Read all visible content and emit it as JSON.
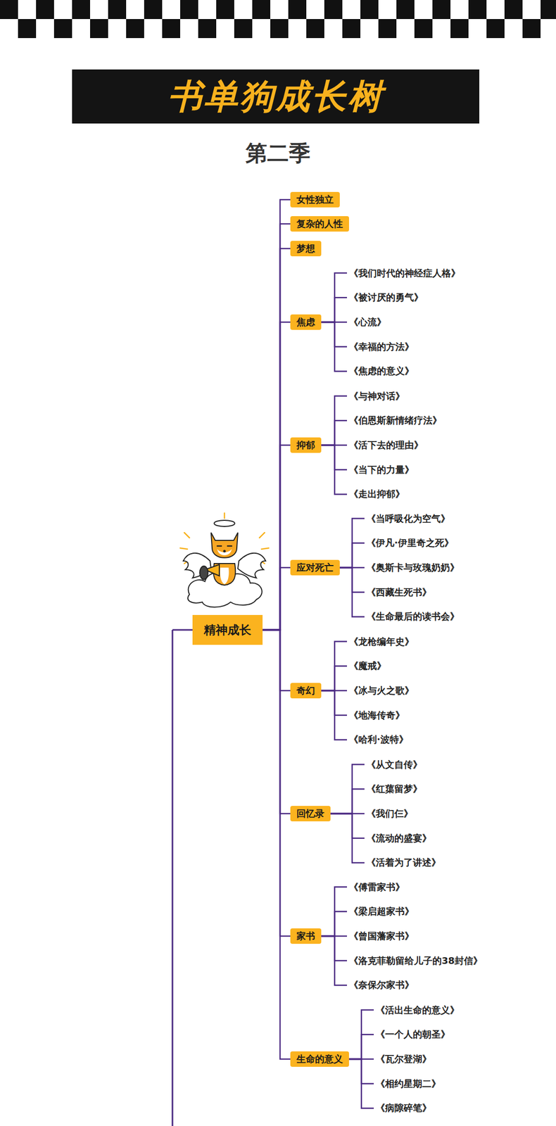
{
  "diagram": {
    "title": "书单狗成长树",
    "nodes": [
      {
        "text": [
          "精神成长"
        ]
      },
      {
        "text": [
          "女性独立"
        ]
      },
      {
        "text": [
          "复杂的人性"
        ]
      },
      {
        "text": [
          "梦想"
        ]
      },
      {
        "text": [
          "焦虑"
        ]
      },
      {
        "text": [
          "《我们时代的神经症人格》"
        ]
      },
      {
        "text": [
          "《被讨厌的勇气》"
        ]
      },
      {
        "text": [
          "《心流》"
        ]
      },
      {
        "text": [
          "《幸福的方法》"
        ]
      },
      {
        "text": [
          "《焦虑的意义》"
        ]
      },
      {
        "text": [
          "抑郁"
        ]
      },
      {
        "text": [
          "《与神对话》"
        ]
      },
      {
        "text": [
          "《伯恩斯新情绪疗法》"
        ]
      },
      {
        "text": [
          "《活下去的理由》"
        ]
      },
      {
        "text": [
          "《当下的力量》"
        ]
      },
      {
        "text": [
          "《走出抑郁》"
        ]
      },
      {
        "text": [
          "应对死亡"
        ]
      },
      {
        "text": [
          "《当呼吸化为空气》"
        ]
      },
      {
        "text": [
          "《伊凡·伊里奇之死》"
        ]
      },
      {
        "text": [
          "《奥斯卡与玫瑰奶奶》"
        ]
      },
      {
        "text": [
          "《西藏生死书》"
        ]
      },
      {
        "text": [
          "《生命最后的读书会》"
        ]
      },
      {
        "text": [
          "奇幻"
        ]
      },
      {
        "text": [
          "《龙枪编年史》"
        ]
      },
      {
        "text": [
          "《魔戒》"
        ]
      },
      {
        "text": [
          "《冰与火之歌》"
        ]
      },
      {
        "text": [
          "《地海传奇》"
        ]
      },
      {
        "text": [
          "《哈利·波特》"
        ]
      },
      {
        "text": [
          "回忆录"
        ]
      },
      {
        "text": [
          "《从文自传》"
        ]
      },
      {
        "text": [
          "《红蕖留梦》"
        ]
      },
      {
        "text": [
          "《我们仨》"
        ]
      },
      {
        "text": [
          "《流动的盛宴》"
        ]
      },
      {
        "text": [
          "《活着为了讲述》"
        ]
      },
      {
        "text": [
          "家书"
        ]
      },
      {
        "text": [
          "《傅雷家书》"
        ]
      },
      {
        "text": [
          "《梁启超家书》"
        ]
      },
      {
        "text": [
          "《曾国藩家书》"
        ]
      },
      {
        "text": [
          "《洛克菲勒留给儿子的38封信》"
        ]
      },
      {
        "text": [
          "《奈保尔家书》"
        ]
      },
      {
        "text": [
          "生命的意义"
        ]
      },
      {
        "text": [
          "《活出生命的意义》"
        ]
      },
      {
        "text": [
          "《一个人的朝圣》"
        ]
      },
      {
        "text": [
          "《瓦尔登湖》"
        ]
      },
      {
        "text": [
          "《相约星期二》"
        ]
      },
      {
        "text": [
          "《病隙碎笔》"
        ]
      }
    ],
    "edges": [
      {
        "from": 0,
        "to": 1,
        "arrow": "none"
      },
      {
        "from": 0,
        "to": 2,
        "arrow": "none"
      },
      {
        "from": 0,
        "to": 3,
        "arrow": "none"
      },
      {
        "from": 0,
        "to": 4,
        "arrow": "none"
      },
      {
        "from": 0,
        "to": 10,
        "arrow": "none"
      },
      {
        "from": 0,
        "to": 16,
        "arrow": "none"
      },
      {
        "from": 0,
        "to": 22,
        "arrow": "none"
      },
      {
        "from": 0,
        "to": 28,
        "arrow": "none"
      },
      {
        "from": 0,
        "to": 34,
        "arrow": "none"
      },
      {
        "from": 0,
        "to": 40,
        "arrow": "none"
      },
      {
        "from": 4,
        "to": 5,
        "arrow": "none"
      },
      {
        "from": 4,
        "to": 6,
        "arrow": "none"
      },
      {
        "from": 4,
        "to": 7,
        "arrow": "none"
      },
      {
        "from": 4,
        "to": 8,
        "arrow": "none"
      },
      {
        "from": 4,
        "to": 9,
        "arrow": "none"
      },
      {
        "from": 10,
        "to": 11,
        "arrow": "none"
      },
      {
        "from": 10,
        "to": 12,
        "arrow": "none"
      },
      {
        "from": 10,
        "to": 13,
        "arrow": "none"
      },
      {
        "from": 10,
        "to": 14,
        "arrow": "none"
      },
      {
        "from": 10,
        "to": 15,
        "arrow": "none"
      },
      {
        "from": 16,
        "to": 17,
        "arrow": "none"
      },
      {
        "from": 16,
        "to": 18,
        "arrow": "none"
      },
      {
        "from": 16,
        "to": 19,
        "arrow": "none"
      },
      {
        "from": 16,
        "to": 20,
        "arrow": "none"
      },
      {
        "from": 16,
        "to": 21,
        "arrow": "none"
      },
      {
        "from": 22,
        "to": 23,
        "arrow": "none"
      },
      {
        "from": 22,
        "to": 24,
        "arrow": "none"
      },
      {
        "from": 22,
        "to": 25,
        "arrow": "none"
      },
      {
        "from": 22,
        "to": 26,
        "arrow": "none"
      },
      {
        "from": 22,
        "to": 27,
        "arrow": "none"
      },
      {
        "from": 28,
        "to": 29,
        "arrow": "none"
      },
      {
        "from": 28,
        "to": 30,
        "arrow": "none"
      },
      {
        "from": 28,
        "to": 31,
        "arrow": "none"
      },
      {
        "from": 28,
        "to": 32,
        "arrow": "none"
      },
      {
        "from": 28,
        "to": 33,
        "arrow": "none"
      },
      {
        "from": 34,
        "to": 35,
        "arrow": "none"
      },
      {
        "from": 34,
        "to": 36,
        "arrow": "none"
      },
      {
        "from": 34,
        "to": 37,
        "arrow": "none"
      },
      {
        "from": 34,
        "to": 38,
        "arrow": "none"
      },
      {
        "from": 34,
        "to": 39,
        "arrow": "none"
      },
      {
        "from": 40,
        "to": 41,
        "arrow": "none"
      },
      {
        "from": 40,
        "to": 42,
        "arrow": "none"
      },
      {
        "from": 40,
        "to": 43,
        "arrow": "none"
      },
      {
        "from": 40,
        "to": 44,
        "arrow": "none"
      },
      {
        "from": 40,
        "to": 45,
        "arrow": "none"
      }
    ],
    "labels": [
      "第二季"
    ]
  }
}
